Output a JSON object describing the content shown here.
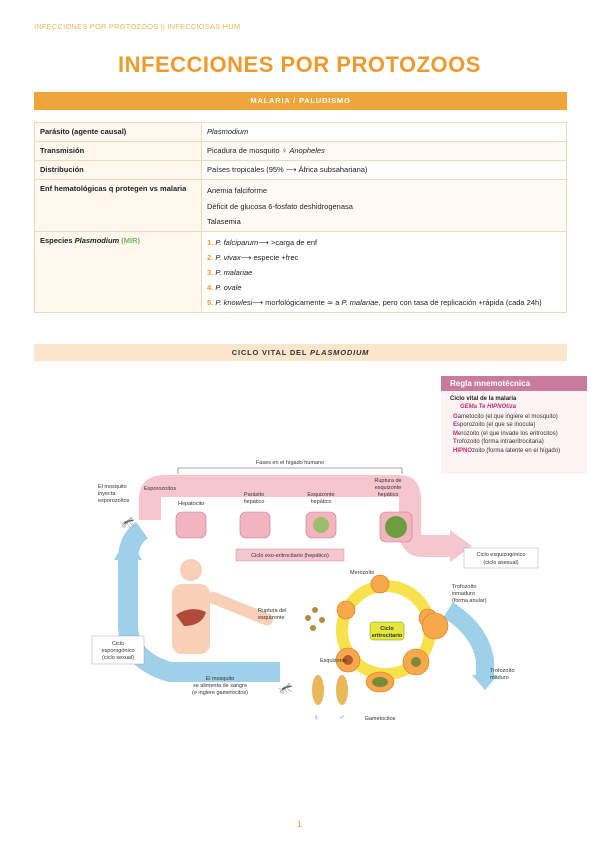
{
  "running_head": "INFECCIONES POR PROTOZOOS || INFECCIOSAS HUM",
  "title": "INFECCIONES POR PROTOZOOS",
  "section1": "MALARIA / PALUDISMO",
  "table": {
    "parasito_k": "Parásito (agente causal)",
    "parasito_v": "Plasmodium",
    "transmision_k": "Transmisión",
    "transmision_v_prefix": "Picadura de mosquito ♀ ",
    "transmision_v_genus": "Anopheles",
    "distribucion_k": "Distribución",
    "distribucion_v": "Países tropicales (95% ⟶ África subsahariana)",
    "enf_k": "Enf hematológicas q protegen vs malaria",
    "enf_v": [
      "Anemia falciforme",
      "Déficit de glucosa 6-fosfato deshidrogenasa",
      "Talasemia"
    ],
    "especies_k_prefix": "Especies ",
    "especies_k_genus": "Plasmodium",
    "especies_k_mir": "(MIR)",
    "species": [
      {
        "num": "1.",
        "name": "P. falciparum",
        "desc": "⟶ >carga de enf"
      },
      {
        "num": "2.",
        "name": "P. vivax",
        "desc": "⟶ especie +frec"
      },
      {
        "num": "3.",
        "name": "P. malariae",
        "desc": ""
      },
      {
        "num": "4.",
        "name": "P. ovale",
        "desc": ""
      },
      {
        "num": "5.",
        "name": "P. knowlesi",
        "desc": "⟶ morfológicamente ≃ a ",
        "name2": "P. malariae",
        "desc2": ", pero con tasa de replicación +rápida (cada 24h)"
      }
    ]
  },
  "section2_prefix": "CICLO VITAL DEL ",
  "section2_genus": "PLASMODIUM",
  "mnemonic": {
    "heading": "Regla mnemotécnica",
    "subtitle": "Ciclo vital de la malaria",
    "key": "GEMa Te HIPNOtiza",
    "items": [
      {
        "letter": "G",
        "rest": "ametocito (el que ingiere el mosquito)"
      },
      {
        "letter": "E",
        "rest": "sporozoito (el que se inocula)"
      },
      {
        "letter": "M",
        "rest": "erozoito (el que invade los eritrocitos)"
      },
      {
        "letter": "T",
        "rest": "rofozoito (forma intraeritrocitaria)"
      },
      {
        "letter": "HIPNO",
        "rest": "zoito (forma latente en el hígado)"
      }
    ]
  },
  "diagram": {
    "fases": "Fases en el hígado humano",
    "mosquito_inyecta": [
      "El mosquito",
      "inyecta",
      "esporozoítos"
    ],
    "esporozoitos": "Esporozoítos",
    "hepatocito": "Hepatocito",
    "parasito": [
      "Parásito",
      "hepático"
    ],
    "esquizonte_hep": [
      "Esquizonte",
      "hepático"
    ],
    "ruptura_hep": [
      "Ruptura de",
      "esquizonte",
      "hepático"
    ],
    "ciclo_exo": "Ciclo exo-eritrocitario (hepático)",
    "merozoito": "Merozoíto",
    "ciclo_esquizo": [
      "Ciclo esquizogónico",
      "(ciclo asexual)"
    ],
    "trofozoito_inmaduro": [
      "Trofozoíto",
      "inmaduro",
      "(forma anular)"
    ],
    "ruptura_esq": [
      "Ruptura del",
      "esquizonte"
    ],
    "ciclo_eritro": [
      "Ciclo",
      "eritrocitario"
    ],
    "ciclo_esporo": [
      "Ciclo",
      "esporogónico",
      "(ciclo sexual)"
    ],
    "esquizonte": "Esquizonte",
    "trofozoito_maduro": [
      "Trofozoíto",
      "maduro"
    ],
    "mosquito_alimenta": [
      "El mosquito",
      "se alimenta de sangre",
      "(e ingiere gametocitos)"
    ],
    "gametocitos": "Gametocitos",
    "female": "♀",
    "male": "♂"
  },
  "page_number": "1"
}
